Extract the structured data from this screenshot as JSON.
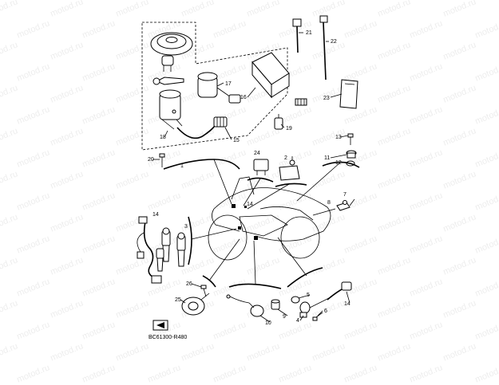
{
  "watermark_text": "motod.ru",
  "reference_code": "BC61300-R480",
  "callouts": [
    "1",
    "2",
    "3",
    "4",
    "5",
    "6",
    "7",
    "8",
    "9",
    "10",
    "11",
    "12",
    "13",
    "14",
    "15",
    "16",
    "17",
    "18",
    "19",
    "20",
    "21",
    "22",
    "23",
    "24",
    "25",
    "26"
  ]
}
